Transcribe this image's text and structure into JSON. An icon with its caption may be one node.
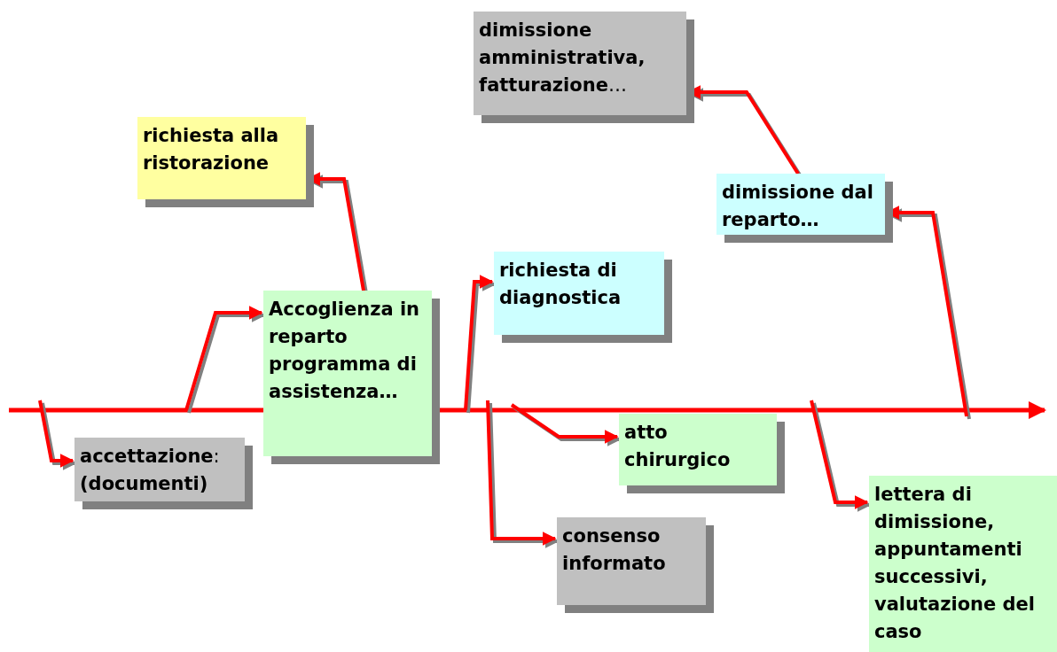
{
  "diagram": {
    "nodes": [
      {
        "text": [
          "richiesta alla ristorazione"
        ]
      },
      {
        "text": [
          "**dimissione amministrativa, fatturazione**…"
        ]
      },
      {
        "text": [
          "Accoglienza in reparto programma di assistenza…"
        ]
      },
      {
        "text": [
          "richiesta di diagnostica"
        ]
      },
      {
        "text": [
          "dimissione dal reparto…"
        ]
      },
      {
        "text": [
          "**accettazione**: **(documenti)**"
        ]
      },
      {
        "text": [
          "atto chirurgico"
        ]
      },
      {
        "text": [
          "consenso informato"
        ]
      },
      {
        "text": [
          "lettera di dimissione, appuntamenti successivi, valutazione del caso"
        ]
      }
    ],
    "edges": [
      {
        "from": null,
        "to": 5,
        "arrow": "to"
      },
      {
        "from": null,
        "to": 2,
        "arrow": "to"
      },
      {
        "from": 2,
        "to": 0,
        "arrow": "to"
      },
      {
        "from": null,
        "to": 3,
        "arrow": "to"
      },
      {
        "from": null,
        "to": 7,
        "arrow": "to"
      },
      {
        "from": null,
        "to": 6,
        "arrow": "to"
      },
      {
        "from": null,
        "to": 8,
        "arrow": "to"
      },
      {
        "from": null,
        "to": 4,
        "arrow": "to"
      },
      {
        "from": 4,
        "to": 1,
        "arrow": "to"
      }
    ]
  }
}
